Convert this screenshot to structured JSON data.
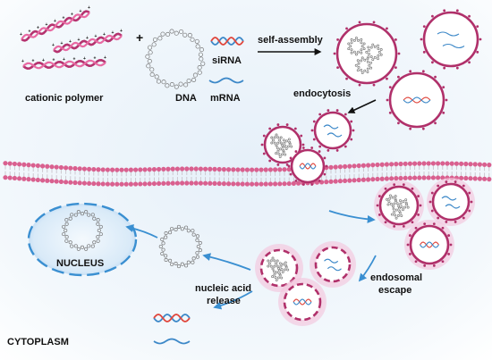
{
  "labels": {
    "plus": "+",
    "cationic_polymer": "cationic polymer",
    "dna": "DNA",
    "sirna": "siRNA",
    "mrna": "mRNA",
    "self_assembly": "self-assembly",
    "endocytosis": "endocytosis",
    "nucleus": "NUCLEUS",
    "nucleic_acid_release_line1": "nucleic acid",
    "nucleic_acid_release_line2": "release",
    "endosomal_escape_line1": "endosomal",
    "endosomal_escape_line2": "escape",
    "cytoplasm": "CYTOPLASM"
  },
  "colors": {
    "polymer": "#b5336f",
    "polymer_light": "#e86aa3",
    "membrane_head": "#d9608f",
    "membrane_tail": "#c9c4cc",
    "vesicle_ring": "#b0306a",
    "endosome_halo": "#f3c4dc",
    "nucleus_ring": "#3a8fd1",
    "nucleus_fill": "#d3e8f8",
    "arrow_blue": "#3a8fd1",
    "rna_blue": "#3c88c8",
    "rna_red": "#e0463c",
    "dna_gray": "#777777",
    "background_glow": "#e3eef8"
  },
  "icons": [
    "polymer-strand-icon",
    "dna-plasmid-icon",
    "rna-strand-icon",
    "polyplex-icon",
    "endosome-icon",
    "cell-membrane-icon",
    "nucleus-icon"
  ]
}
